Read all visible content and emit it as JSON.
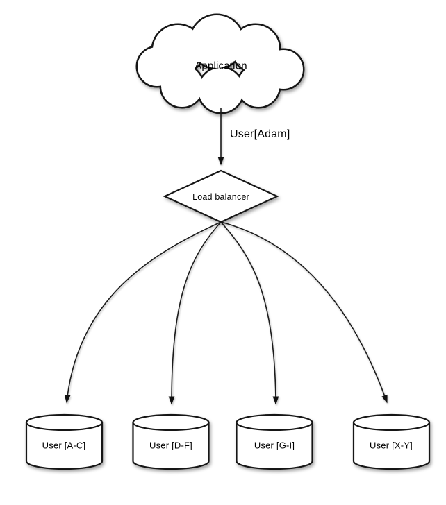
{
  "diagram": {
    "type": "database-sharding-architecture",
    "nodes": {
      "application": {
        "label": "Application",
        "shape": "cloud"
      },
      "load_balancer": {
        "label": "Load balancer",
        "shape": "diamond"
      },
      "shards": [
        {
          "label": "User [A-C]",
          "shape": "cylinder"
        },
        {
          "label": "User [D-F]",
          "shape": "cylinder"
        },
        {
          "label": "User [G-I]",
          "shape": "cylinder"
        },
        {
          "label": "User [X-Y]",
          "shape": "cylinder"
        }
      ]
    },
    "edges": [
      {
        "from": "application",
        "to": "load_balancer",
        "label": "User[Adam]"
      },
      {
        "from": "load_balancer",
        "to": "shard-1",
        "label": ""
      },
      {
        "from": "load_balancer",
        "to": "shard-2",
        "label": ""
      },
      {
        "from": "load_balancer",
        "to": "shard-3",
        "label": ""
      },
      {
        "from": "load_balancer",
        "to": "shard-4",
        "label": ""
      }
    ],
    "colors": {
      "background": "#ffffff",
      "shape_fill": "#ffffff",
      "stroke": "#1a1a1a",
      "text": "#000000"
    }
  }
}
